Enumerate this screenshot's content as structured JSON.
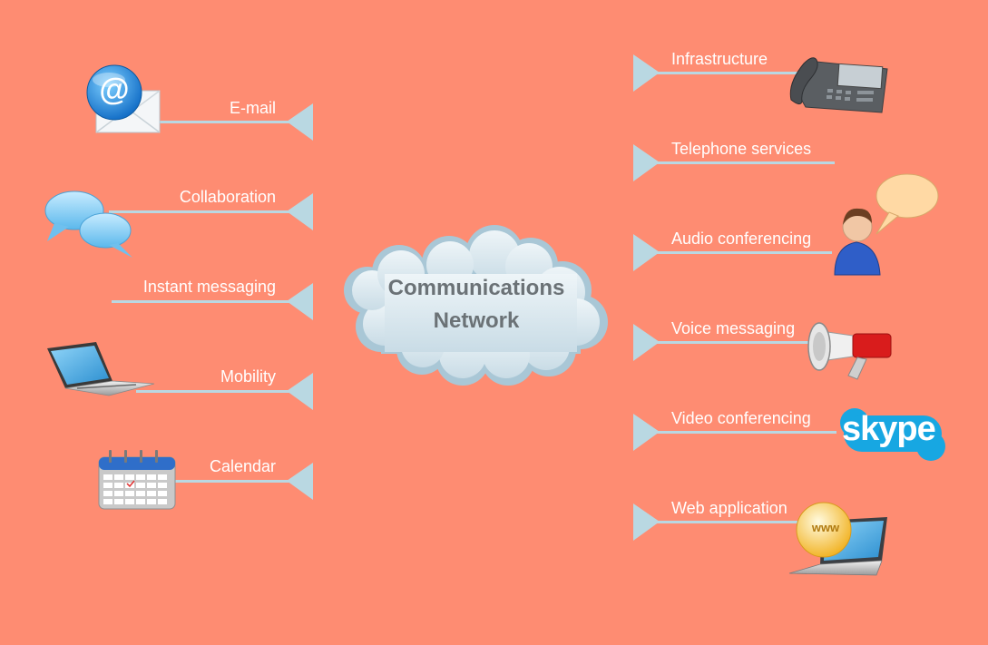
{
  "diagram": {
    "center": {
      "line1": "Communications",
      "line2": "Network"
    },
    "left_items": [
      {
        "label": "E-mail",
        "icon": "email-icon"
      },
      {
        "label": "Collaboration",
        "icon": "chat-bubbles-icon"
      },
      {
        "label": "Instant messaging",
        "icon": "none"
      },
      {
        "label": "Mobility",
        "icon": "laptop-icon"
      },
      {
        "label": "Calendar",
        "icon": "calendar-icon"
      }
    ],
    "right_items": [
      {
        "label": "Infrastructure",
        "icon": "desk-phone-icon"
      },
      {
        "label": "Telephone services",
        "icon": "none"
      },
      {
        "label": "Audio conferencing",
        "icon": "speaking-person-icon"
      },
      {
        "label": "Voice messaging",
        "icon": "megaphone-icon"
      },
      {
        "label": "Video conferencing",
        "icon": "skype-logo-icon"
      },
      {
        "label": "Web application",
        "icon": "web-laptop-icon"
      }
    ],
    "email_symbol": "@",
    "skype_text": "skype",
    "www_text": "www",
    "colors": {
      "background": "#fe8c72",
      "connector": "#b9d8e2",
      "label": "#ffffff",
      "center_text": "#6b7276",
      "cloud": "#dbe8ee"
    }
  }
}
